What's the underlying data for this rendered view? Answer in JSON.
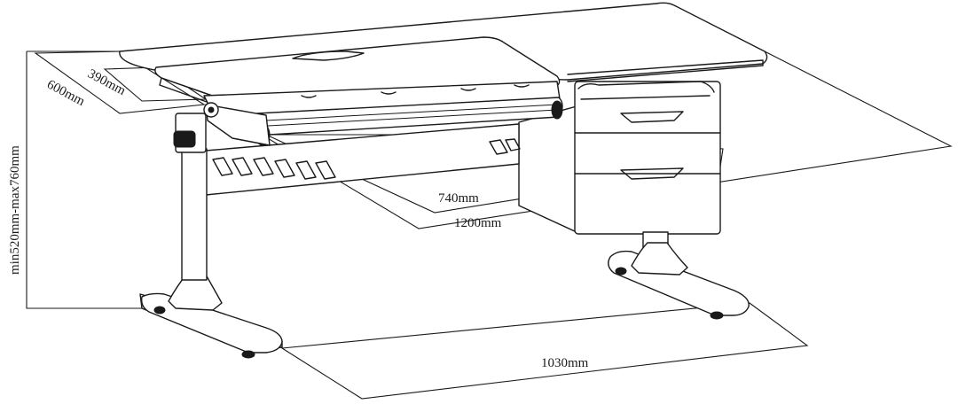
{
  "dimensions": {
    "depth_upper": "390mm",
    "depth_total": "600mm",
    "height_range": "min520mm-max760mm",
    "width_upper": "740mm",
    "width_total": "1200mm",
    "base_width": "1030mm"
  },
  "colors": {
    "line": "#1a1a1a",
    "background": "#ffffff"
  }
}
